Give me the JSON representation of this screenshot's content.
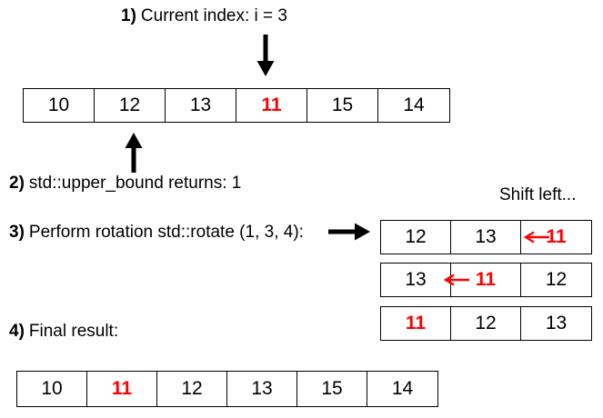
{
  "colors": {
    "highlight_red": "#ff0000",
    "ink": "#000000"
  },
  "steps": {
    "step1": {
      "num": "1)",
      "text": "Current index: i = 3"
    },
    "step2": {
      "num": "2)",
      "text": "std::upper_bound returns: 1"
    },
    "step3": {
      "num": "3)",
      "text": "Perform rotation std::rotate (1, 3, 4):"
    },
    "step4": {
      "num": "4)",
      "text": "Final result:"
    }
  },
  "shift_label": "Shift left...",
  "arrays": {
    "initial": [
      "10",
      "12",
      "13",
      "11",
      "15",
      "14"
    ],
    "rotation": [
      [
        "12",
        "13",
        "11"
      ],
      [
        "13",
        "11",
        "12"
      ],
      [
        "11",
        "12",
        "13"
      ]
    ],
    "final": [
      "10",
      "11",
      "12",
      "13",
      "15",
      "14"
    ]
  },
  "highlight_value": "11",
  "highlight_indices": {
    "initial": 3,
    "rotation_rows": [
      2,
      1,
      0
    ],
    "final": 1
  }
}
